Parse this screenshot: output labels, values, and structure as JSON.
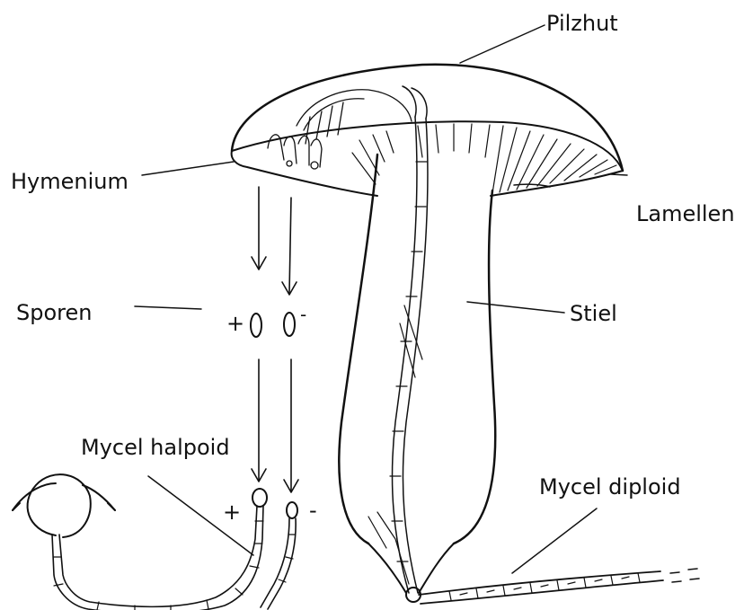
{
  "labels": {
    "cap": "Pilzhut",
    "hymenium": "Hymenium",
    "gills": "Lamellen",
    "spores": "Sporen",
    "stem": "Stiel",
    "mycel_haploid": "Mycel halpoid",
    "mycel_diploid": "Mycel diploid"
  },
  "signs": {
    "spore_plus": "+",
    "spore_minus": "-",
    "hypha_plus": "+",
    "hypha_minus": "-"
  },
  "colors": {
    "ink": "#111111",
    "background": "#ffffff"
  }
}
